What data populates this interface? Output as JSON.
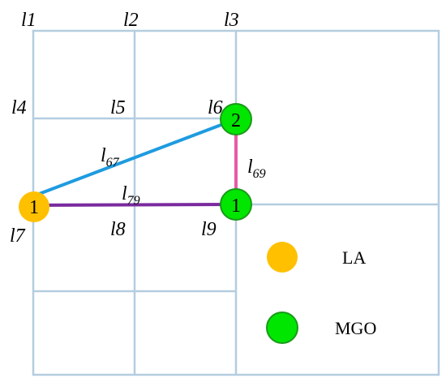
{
  "diagram": {
    "colors": {
      "grid": "#b4cde0",
      "la_fill": "#ffc000",
      "mgo_fill": "#00e600",
      "mgo_stroke": "#1a9a1a",
      "line_l67": "#1e9be0",
      "line_l69": "#e85aa8",
      "line_l79": "#7a2a9e"
    },
    "location_labels": {
      "l1": "l1",
      "l2": "l2",
      "l3": "l3",
      "l4": "l4",
      "l5": "l5",
      "l6": "l6",
      "l7": "l7",
      "l8": "l8",
      "l9": "l9"
    },
    "edges": {
      "l67": {
        "base": "l",
        "sub": "67"
      },
      "l79": {
        "base": "l",
        "sub": "79"
      },
      "l69": {
        "base": "l",
        "sub": "69"
      }
    },
    "nodes": {
      "la_at_l7": {
        "type": "LA",
        "label": "1"
      },
      "mgo_at_l6": {
        "type": "MGO",
        "label": "2"
      },
      "mgo_at_l9": {
        "type": "MGO",
        "label": "1"
      }
    },
    "legend": [
      {
        "key": "la",
        "label": "LA",
        "icon": "orange-circle"
      },
      {
        "key": "mgo",
        "label": "MGO",
        "icon": "green-circle"
      }
    ]
  }
}
